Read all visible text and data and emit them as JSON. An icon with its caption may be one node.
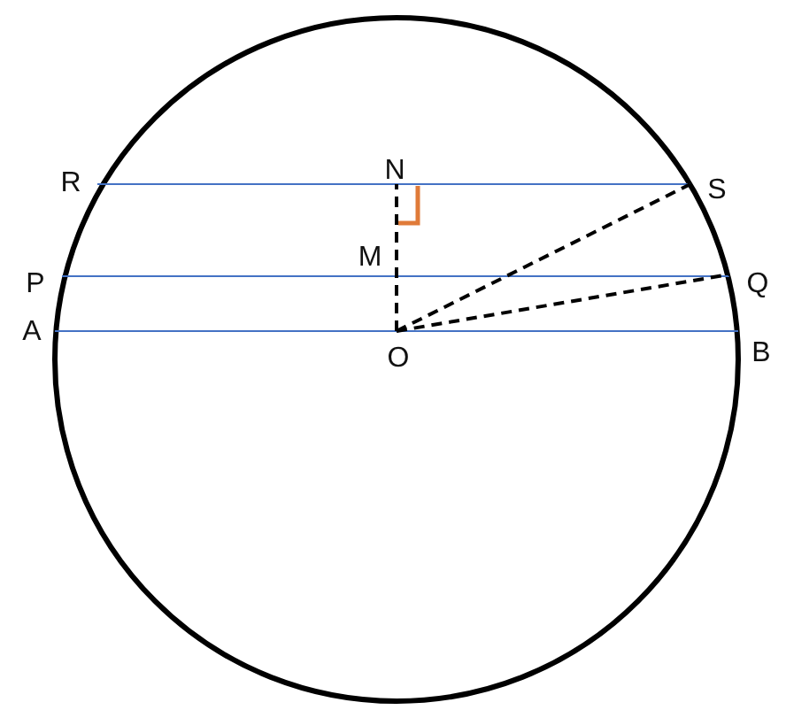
{
  "diagram": {
    "labels": [
      "R",
      "N",
      "S",
      "M",
      "P",
      "Q",
      "A",
      "O",
      "B"
    ]
  }
}
